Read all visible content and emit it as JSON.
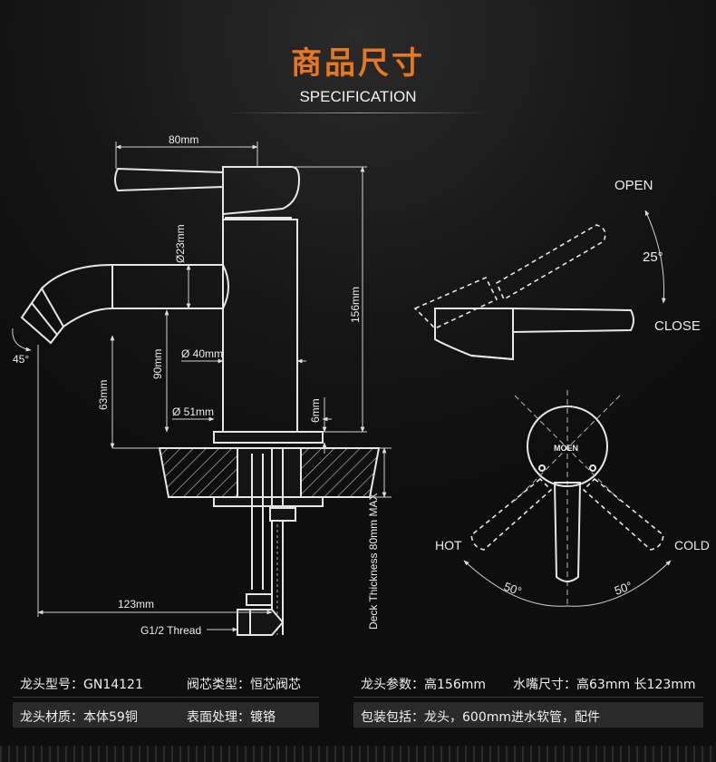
{
  "header": {
    "title": "商品尺寸",
    "subtitle": "SPECIFICATION"
  },
  "dims": {
    "w80": "80mm",
    "d23": "Ø23mm",
    "h156": "156mm",
    "d40": "Ø 40mm",
    "h90": "90mm",
    "d51": "Ø 51mm",
    "h6": "6mm",
    "h63": "63mm",
    "a45": "45°",
    "l123": "123mm",
    "thread": "G1/2 Thread",
    "deck": "Deck Thickness 80mm MAX"
  },
  "side": {
    "open": "OPEN",
    "angle": "25°",
    "close": "CLOSE"
  },
  "top": {
    "hot": "HOT",
    "cold": "COLD",
    "left_angle": "50°",
    "right_angle": "50°",
    "logo": "MOEN"
  },
  "specs": {
    "model": "龙头型号：GN14121",
    "valve": "阀芯类型：恒芯阀芯",
    "params": "龙头参数：高156mm",
    "spout": "水嘴尺寸：高63mm  长123mm",
    "material": "龙头材质：本体59铜",
    "finish": "表面处理：镀铬",
    "package": "包装包括：龙头，600mm进水软管，配件"
  }
}
